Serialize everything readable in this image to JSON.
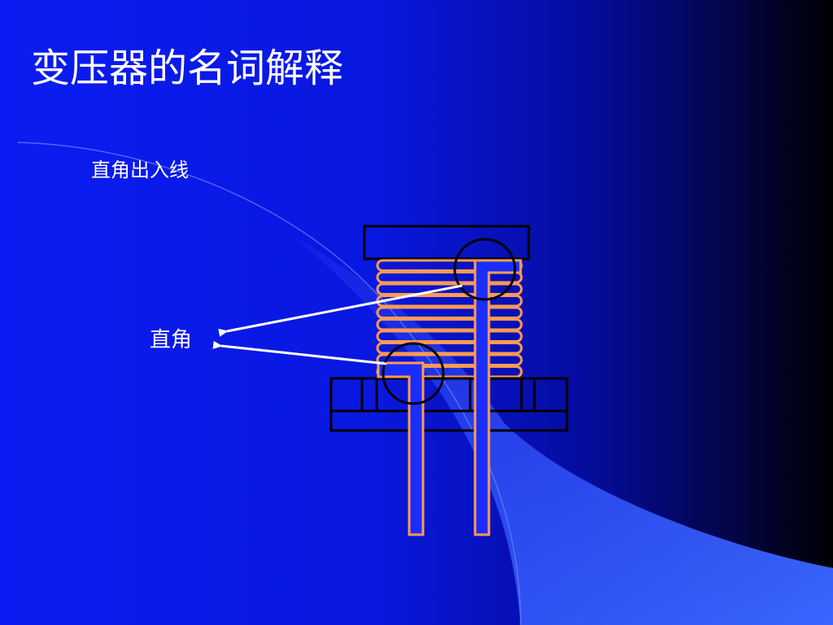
{
  "slide": {
    "title": "变压器的名词解释",
    "subtitle": "直角出入线",
    "callout_label": "直角"
  },
  "colors": {
    "background_left": "#0a1cf2",
    "background_right": "#000000",
    "sweep_light": "#3a66ff",
    "coil": "#ff9a52",
    "lead_fill": "#1a2dff",
    "outline": "#000000",
    "text": "#ffffff",
    "arrow": "#ffffff"
  },
  "diagram": {
    "coil_turns": 10
  }
}
